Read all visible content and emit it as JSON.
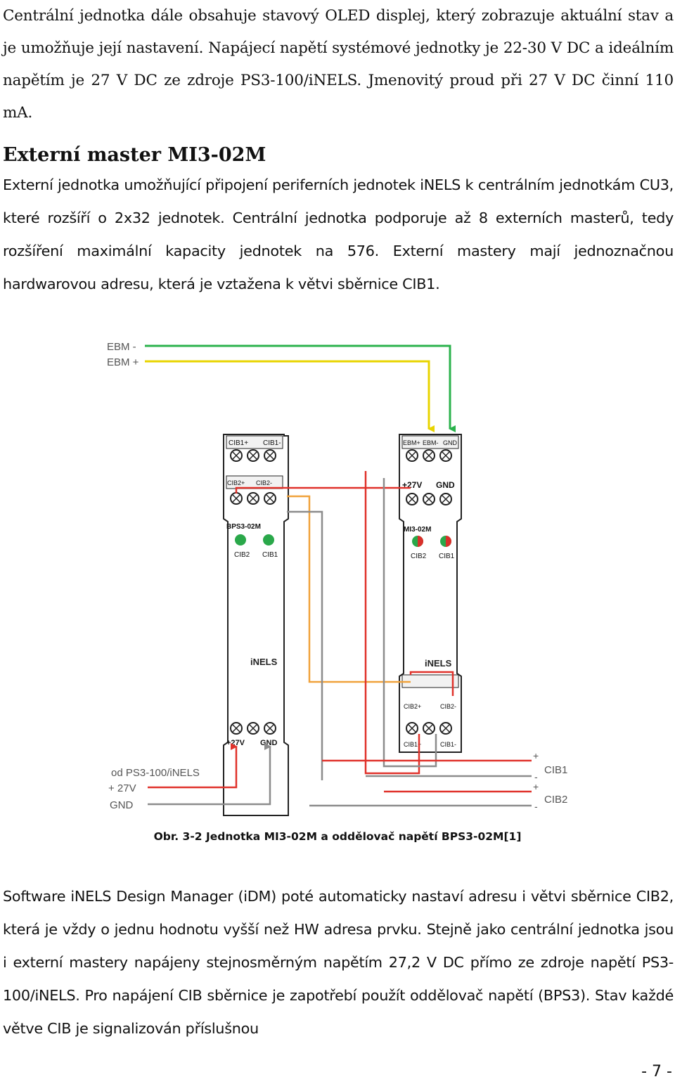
{
  "intro_paragraph": "Centrální jednotka dále obsahuje stavový OLED displej, který zobrazuje aktuální stav a je umožňuje její nastavení. Napájecí napětí systémové jednotky je 22-30 V DC a ideálním napětím je 27 V DC ze zdroje PS3-100/iNELS. Jmenovitý proud při 27 V DC činní 110 mA.",
  "section_heading": "Externí master MI3-02M",
  "main_paragraph": "Externí jednotka umožňující připojení periferních jednotek iNELS k centrálním jednotkám CU3, které rozšíří o 2x32 jednotek. Centrální jednotka podporuje až 8 externích masterů, tedy rozšíření maximální kapacity jednotek na 576. Externí mastery mají jednoznačnou hardwarovou adresu, která je vztažena k větvi sběrnice CIB1.",
  "figure": {
    "ebm_minus": "EBM -",
    "ebm_plus": "EBM +",
    "supply_from": "od PS3-100/iNELS",
    "supply_plus": "+ 27V",
    "supply_gnd": "GND",
    "cib1": "CIB1",
    "cib2": "CIB2",
    "plus": "+",
    "minus": "-",
    "left_module": {
      "top_cib1p": "CIB1+",
      "top_cib1m": "CIB1-",
      "top_cib2p": "CIB2+",
      "top_cib2m": "CIB2-",
      "name": "BPS3-02M",
      "led_cib2": "CIB2",
      "led_cib1": "CIB1",
      "brand": "iNELS",
      "bottom_27v": "+27V",
      "bottom_gnd": "GND"
    },
    "right_module": {
      "top_ebmp": "EBM+",
      "top_ebmm": "EBM-",
      "top_gnd": "GND",
      "mid_27v": "+27V",
      "mid_gnd": "GND",
      "name": "MI3-02M",
      "led_cib2": "CIB2",
      "led_cib1": "CIB1",
      "brand": "iNELS",
      "bottom_cib2p": "CIB2+",
      "bottom_cib2m": "CIB2-",
      "bottom_cib1p": "CIB1+",
      "bottom_cib1m": "CIB1-"
    },
    "colors": {
      "green_wire": "#2bb24c",
      "yellow_wire": "#e8d400",
      "red_wire": "#e0322b",
      "orange_wire": "#f0a23b",
      "gray_wire": "#8c8c8c",
      "led_green": "#2aa84a",
      "led_red": "#d9302b"
    }
  },
  "caption": "Obr. 3-2 Jednotka MI3-02M a oddělovač napětí BPS3-02M[1]",
  "bottom_paragraph": "Software iNELS Design Manager (iDM) poté automaticky nastaví adresu i větvi sběrnice CIB2, která je vždy o jednu hodnotu vyšší než HW adresa prvku. Stejně jako centrální jednotka jsou i externí mastery napájeny stejnosměrným napětím 27,2 V DC přímo ze zdroje napětí PS3-100/iNELS. Pro napájení CIB sběrnice je zapotřebí použít oddělovač napětí (BPS3). Stav každé větve CIB je signalizován příslušnou",
  "page_number": "- 7 -"
}
